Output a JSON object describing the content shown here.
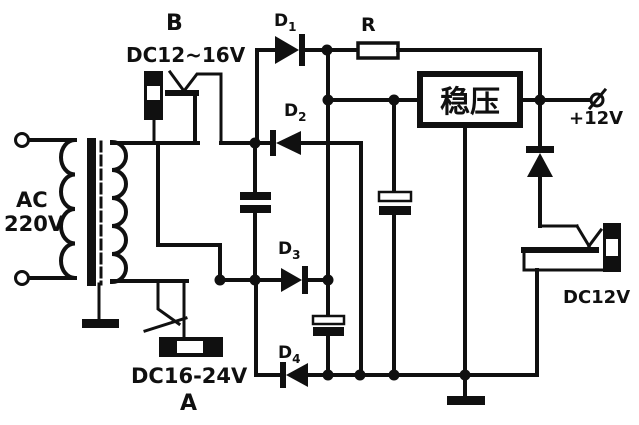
{
  "diagram": {
    "kind": "circuit-schematic",
    "colors": {
      "line": "#101010",
      "background": "#ffffff"
    },
    "labels": {
      "ac_input": {
        "line1": "AC",
        "line2": "220V"
      },
      "output_b": {
        "name": "B",
        "voltage": "DC12~16V"
      },
      "output_a": {
        "name": "A",
        "voltage": "DC16-24V"
      },
      "backup_battery": {
        "voltage": "DC12V"
      },
      "diodes": [
        {
          "base": "D",
          "sub": "1"
        },
        {
          "base": "D",
          "sub": "2"
        },
        {
          "base": "D",
          "sub": "3"
        },
        {
          "base": "D",
          "sub": "4"
        }
      ],
      "resistor": "R",
      "regulator": "稳压",
      "output_terminal": "+12V"
    }
  }
}
